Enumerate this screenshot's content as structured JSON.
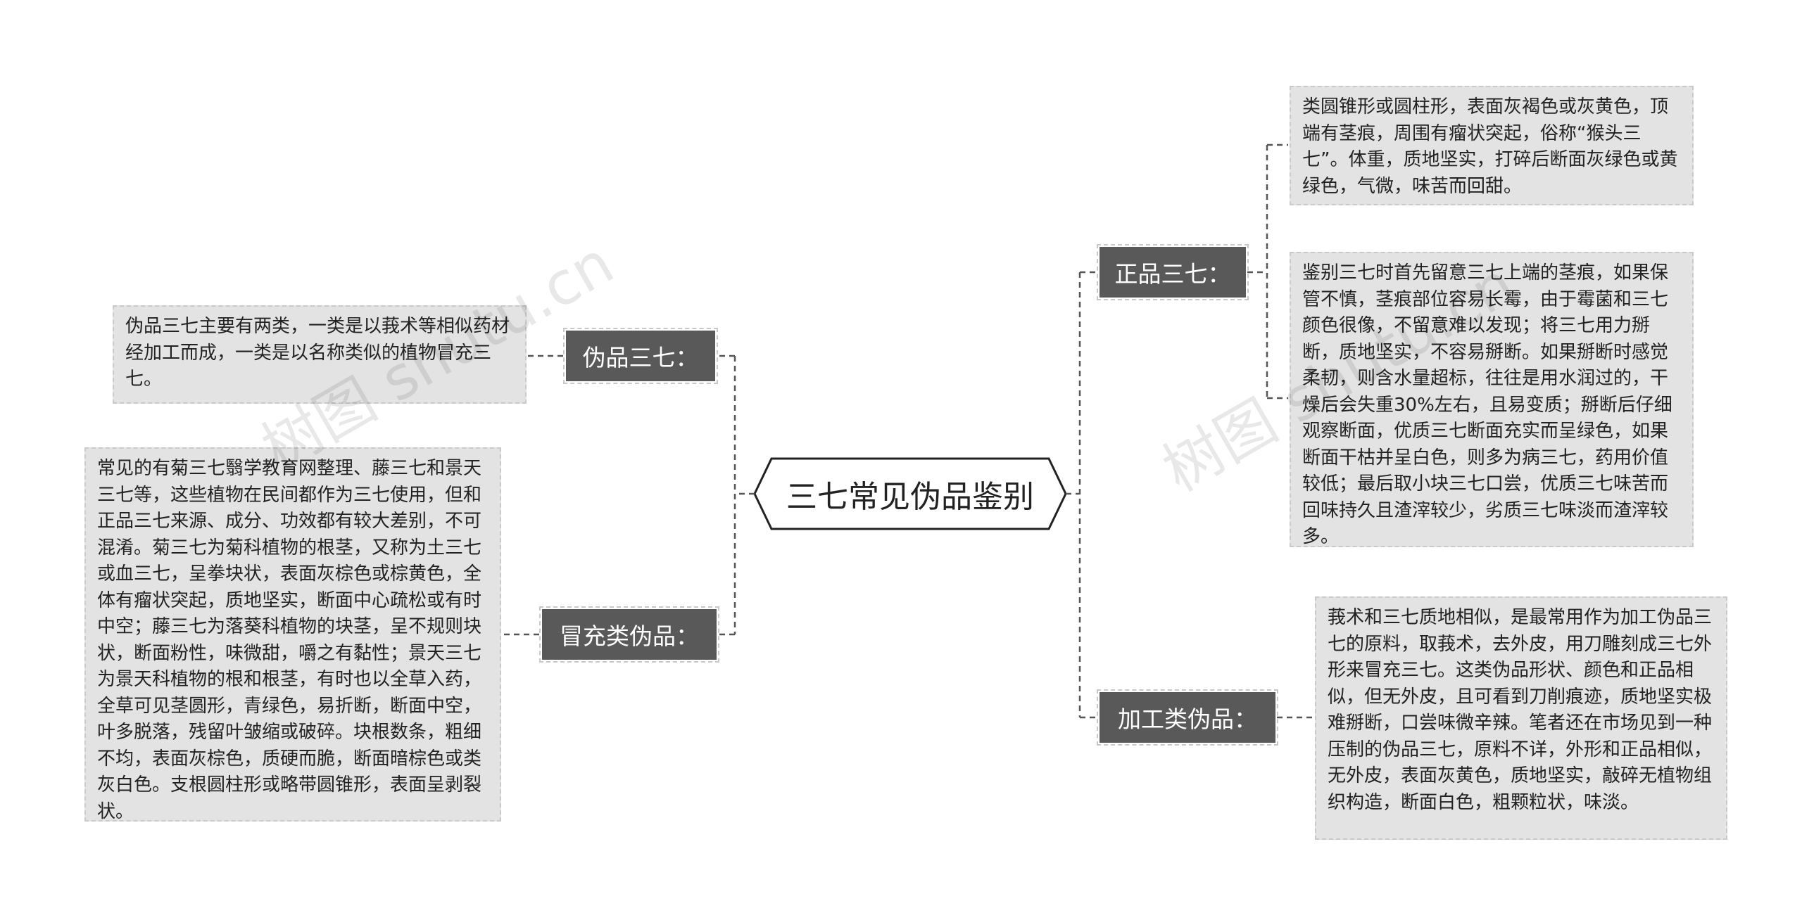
{
  "root": {
    "title": "三七常见伪品鉴别"
  },
  "left": {
    "fake": {
      "label": "伪品三七：",
      "note": "伪品三七主要有两类，一类是以莪术等相似药材经加工而成，一类是以名称类似的植物冒充三七。"
    },
    "substitute": {
      "label": "冒充类伪品：",
      "note": "常见的有菊三七翳学教育网整理、藤三七和景天三七等，这些植物在民间都作为三七使用，但和正品三七来源、成分、功效都有较大差别，不可混淆。菊三七为菊科植物的根茎，又称为土三七或血三七，呈拳块状，表面灰棕色或棕黄色，全体有瘤状突起，质地坚实，断面中心疏松或有时中空；藤三七为落葵科植物的块茎，呈不规则块状，断面粉性，味微甜，嚼之有黏性；景天三七为景天科植物的根和根茎，有时也以全草入药，全草可见茎圆形，青绿色，易折断，断面中空，叶多脱落，残留叶皱缩或破碎。块根数条，粗细不均，表面灰棕色，质硬而脆，断面暗棕色或类灰白色。支根圆柱形或略带圆锥形，表面呈剥裂状。"
    }
  },
  "right": {
    "genuine": {
      "label": "正品三七：",
      "note1": "类圆锥形或圆柱形，表面灰褐色或灰黄色，顶端有茎痕，周围有瘤状突起，俗称“猴头三七”。体重，质地坚实，打碎后断面灰绿色或黄绿色，气微，味苦而回甜。",
      "note2": "鉴别三七时首先留意三七上端的茎痕，如果保管不慎，茎痕部位容易长霉，由于霉菌和三七颜色很像，不留意难以发现；将三七用力掰断，质地坚实，不容易掰断。如果掰断时感觉柔韧，则含水量超标，往往是用水润过的，干燥后会失重30%左右，且易变质；掰断后仔细观察断面，优质三七断面充实而呈绿色，如果断面干枯并呈白色，则多为病三七，药用价值较低；最后取小块三七口尝，优质三七味苦而回味持久且渣滓较少，劣质三七味淡而渣滓较多。"
    },
    "processed": {
      "label": "加工类伪品：",
      "note": "莪术和三七质地相似，是最常用作为加工伪品三七的原料，取莪术，去外皮，用刀雕刻成三七外形来冒充三七。这类伪品形状、颜色和正品相似，但无外皮，且可看到刀削痕迹，质地坚实极难掰断，口尝味微辛辣。笔者还在市场见到一种压制的伪品三七，原料不详，外形和正品相似，无外皮，表面灰黄色，质地坚实，敲碎无植物组织构造，断面白色，粗颗粒状，味淡。"
    }
  },
  "watermarks": [
    "树图 shutu.cn",
    "树图 shutu.cn"
  ],
  "colors": {
    "branch": "#595959",
    "leaf": "#e3e3e3",
    "line": "#555555"
  }
}
